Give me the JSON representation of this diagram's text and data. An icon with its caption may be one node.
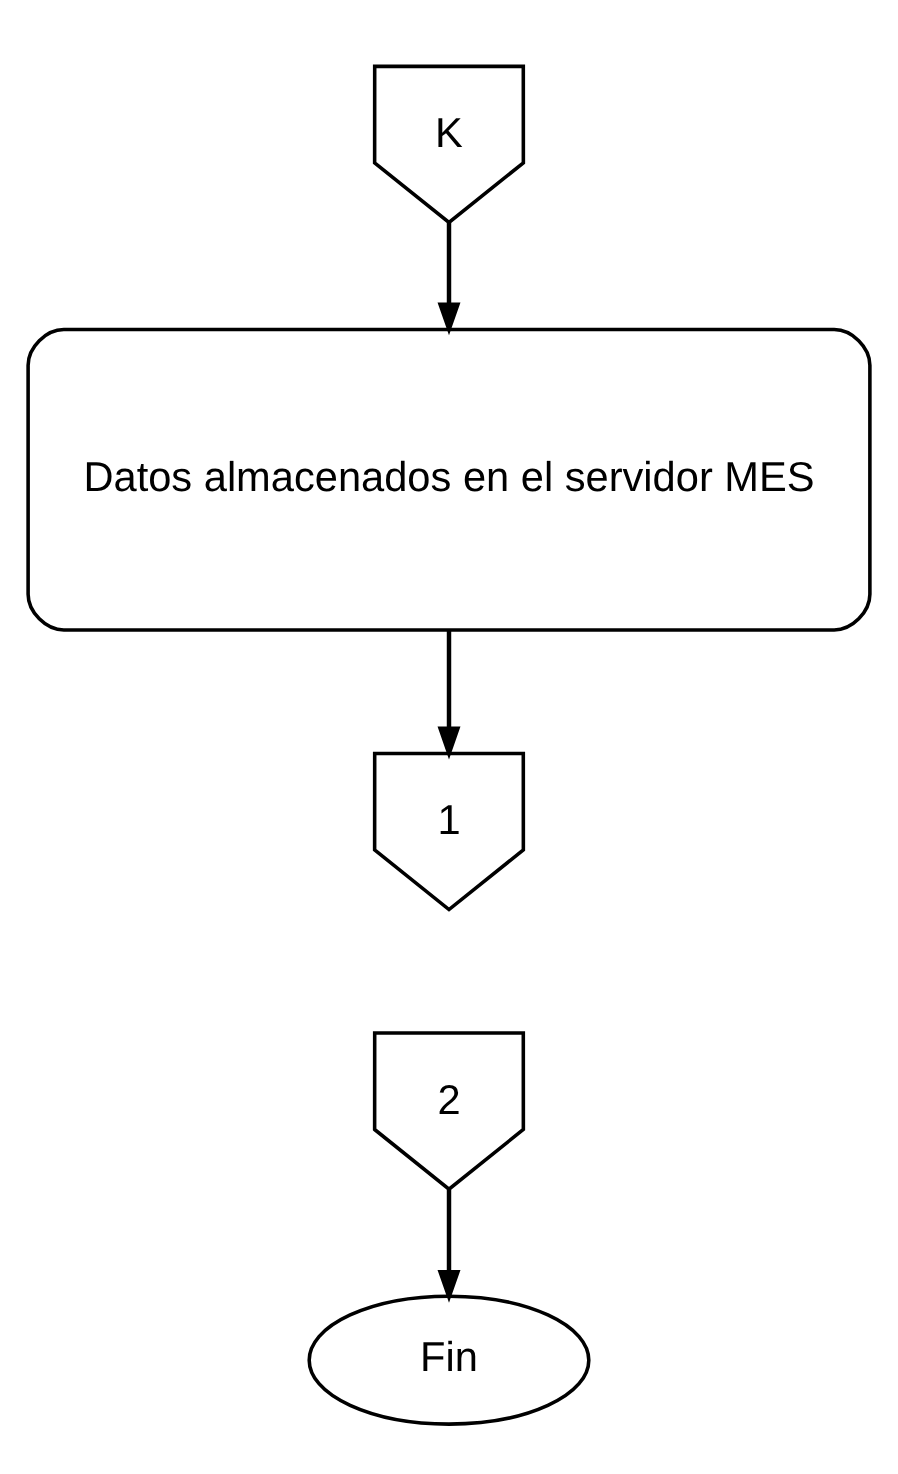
{
  "diagram": {
    "nodes": [
      {
        "text": [
          "K"
        ]
      },
      {
        "text": [
          "Datos almacenados en el servidor MES"
        ]
      },
      {
        "text": [
          "1"
        ]
      },
      {
        "text": [
          "2"
        ]
      },
      {
        "text": [
          "Fin"
        ]
      }
    ],
    "edges": [
      {
        "from": 0,
        "to": 1,
        "arrow": "to"
      },
      {
        "from": 1,
        "to": 2,
        "arrow": "to"
      },
      {
        "from": 3,
        "to": 4,
        "arrow": "to"
      }
    ]
  }
}
